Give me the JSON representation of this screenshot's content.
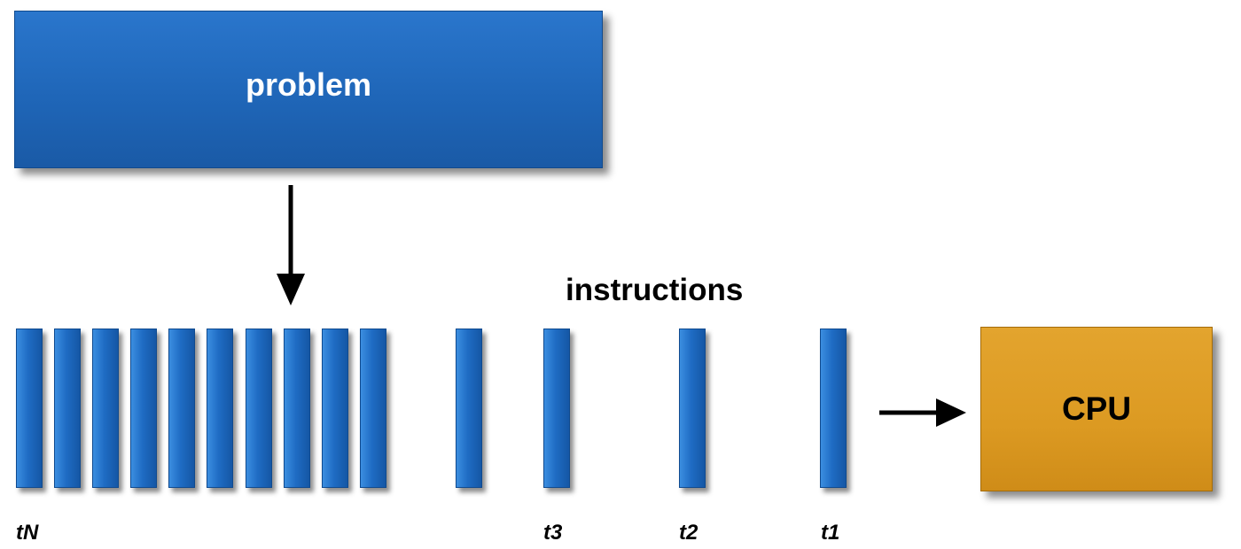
{
  "diagram": {
    "problem_label": "problem",
    "instructions_label": "instructions",
    "cpu_label": "CPU",
    "time_labels": {
      "tN": "tN",
      "t3": "t3",
      "t2": "t2",
      "t1": "t1"
    },
    "instruction_count_shown": 14
  },
  "colors": {
    "problem_box": "#1f66b8",
    "instruction_bar": "#1f6cc4",
    "cpu_box": "#dc9a22",
    "arrow": "#000000"
  },
  "icons": {
    "down_arrow": "arrow-down-icon",
    "right_arrow": "arrow-right-icon"
  }
}
